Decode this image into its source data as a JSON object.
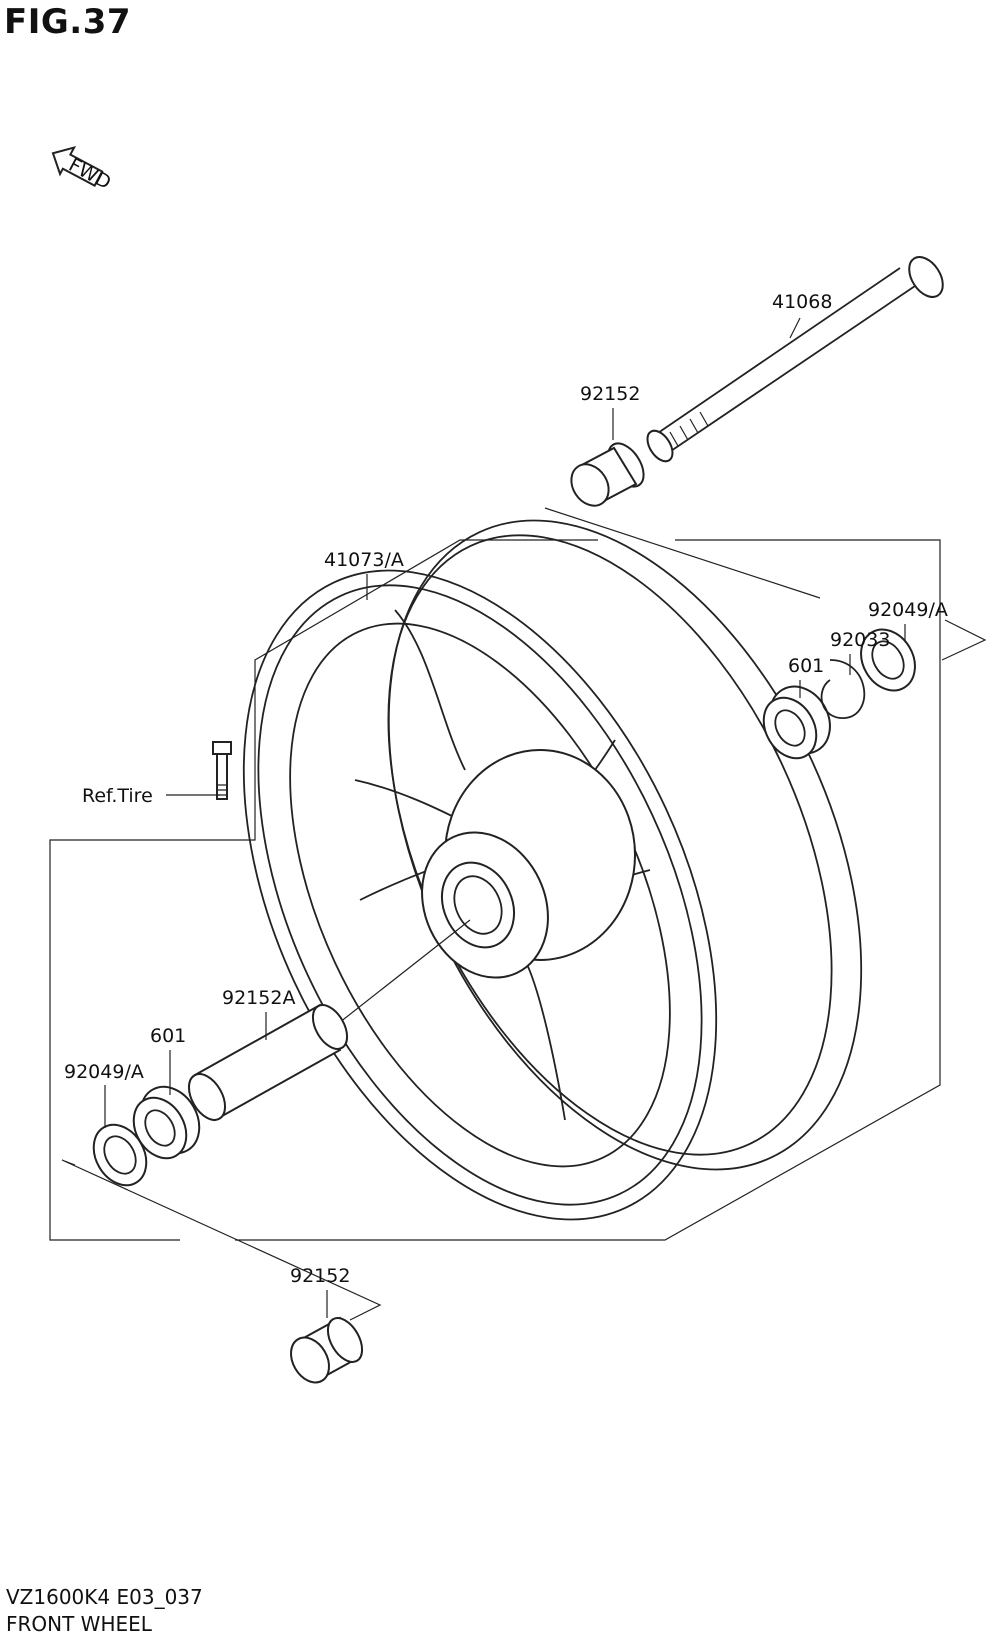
{
  "figure": {
    "title": "FIG.37",
    "direction_badge": "FWD"
  },
  "labels": {
    "axle": "41068",
    "collar_top": "92152",
    "wheel": "41073/A",
    "seal_right": "92049/A",
    "circlip": "92033",
    "bearing_right": "601",
    "valve": "Ref.Tire",
    "spacer": "92152A",
    "bearing_left": "601",
    "seal_left": "92049/A",
    "collar_bottom": "92152"
  },
  "footer": {
    "model_code": "VZ1600K4 E03_037",
    "section_name": "FRONT WHEEL"
  },
  "colors": {
    "line": "#222222",
    "background": "#ffffff"
  }
}
